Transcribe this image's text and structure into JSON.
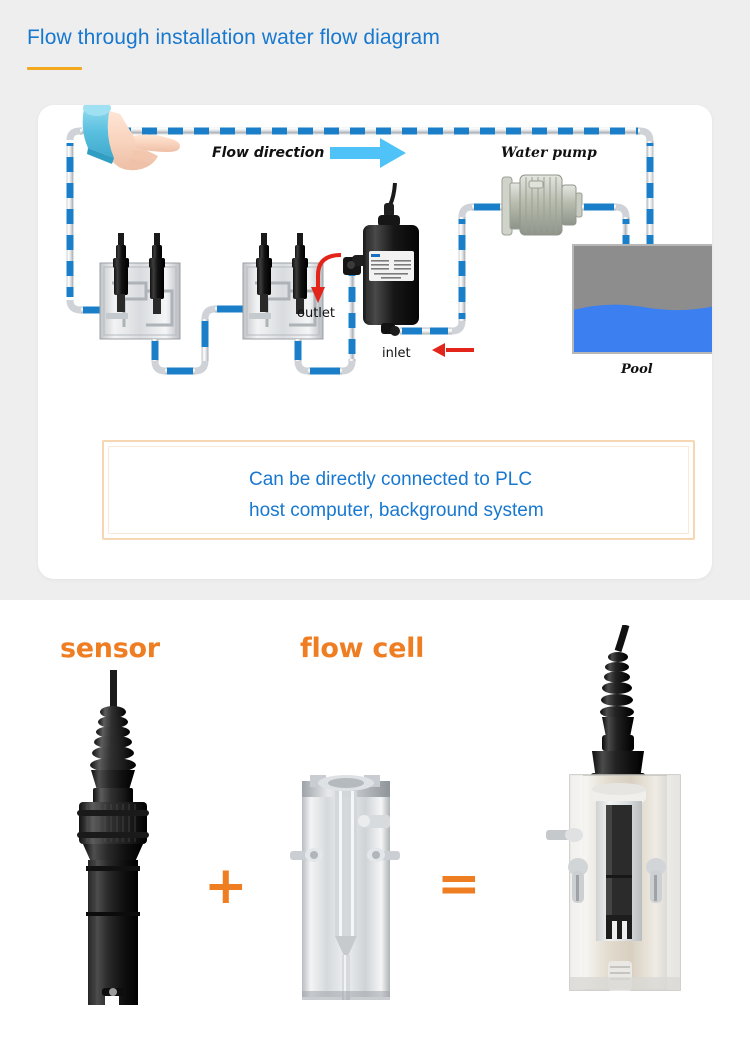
{
  "header": {
    "title": "Flow through installation water flow diagram",
    "title_color": "#1878cf",
    "rule_color": "#f4a81d"
  },
  "diagram": {
    "name": "water-flow-diagram",
    "labels": {
      "flow_direction": "Flow direction",
      "water_pump": "Water pump",
      "pool": "Pool",
      "outlet": "outlet",
      "inlet": "inlet"
    },
    "colors": {
      "pipe_blue": "#1a7fc8",
      "pipe_metal": "#c9cdd2",
      "arrow_cyan": "#4fc3f7",
      "arrow_red": "#e2241a",
      "pool_wall": "#8d8d8d",
      "pool_water": "#3b7ff0",
      "device_black": "#1d1d1d"
    }
  },
  "callout": {
    "line1": "Can be directly connected to PLC",
    "line2": "host computer, background system",
    "text_color": "#1878cf",
    "border_color": "#f6d7b4",
    "hand_icon": "pointing-hand-icon",
    "cuff_color": "#62c4e2"
  },
  "products": {
    "sensor_label": "sensor",
    "flowcell_label": "flow cell",
    "plus_symbol": "+",
    "equals_symbol": "=",
    "accent_color": "#ef7d22",
    "items": [
      {
        "name": "sensor-photo",
        "alt": "black electrode sensor probe"
      },
      {
        "name": "flow-cell-photo",
        "alt": "clear acrylic flow cell housing"
      },
      {
        "name": "assembly-photo",
        "alt": "sensor installed in flow cell assembly"
      }
    ]
  }
}
